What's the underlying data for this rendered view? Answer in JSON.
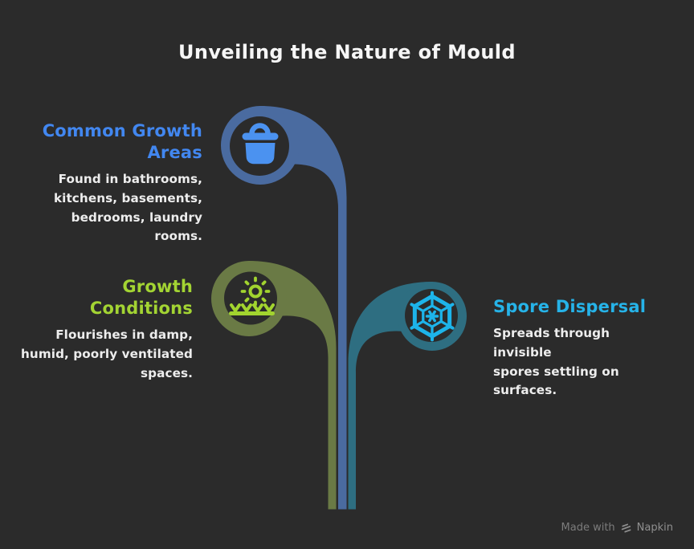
{
  "title": "Unveiling the Nature of Mould",
  "colors": {
    "background": "#2b2b2b",
    "title_text": "#f6f6f6",
    "body_text": "#ededed",
    "branch_blue": "#4a6ba0",
    "accent_blue": "#4287f0",
    "icon_blue": "#4b92f0",
    "branch_olive": "#6a7a45",
    "accent_green": "#a3d433",
    "branch_teal": "#2e6e81",
    "accent_cyan": "#26b3e8",
    "watermark_gray": "#7c7c7c"
  },
  "nodes": [
    {
      "id": "common-growth-areas",
      "heading": "Common Growth\nAreas",
      "body": "Found in bathrooms,\nkitchens, basements,\nbedrooms, laundry\nrooms.",
      "icon": "basket-icon",
      "accent": "#4287f0",
      "branch_color": "#4a6ba0"
    },
    {
      "id": "growth-conditions",
      "heading": "Growth\nConditions",
      "body": "Flourishes in damp,\nhumid, poorly ventilated\nspaces.",
      "icon": "sun-over-sprouts-icon",
      "accent": "#a3d433",
      "branch_color": "#6a7a45"
    },
    {
      "id": "spore-dispersal",
      "heading": "Spore Dispersal",
      "body": "Spreads through invisible\nspores settling on\nsurfaces.",
      "icon": "spore-web-icon",
      "accent": "#26b3e8",
      "branch_color": "#2e6e81"
    }
  ],
  "watermark": {
    "text_prefix": "Made with",
    "brand": "Napkin"
  }
}
